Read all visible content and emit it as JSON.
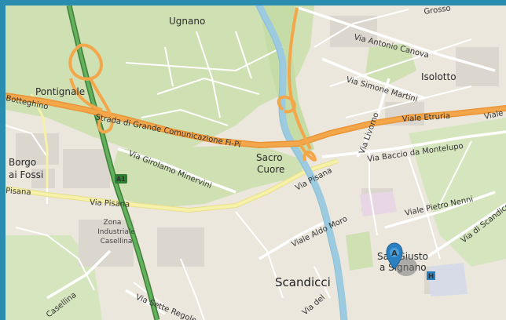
{
  "map": {
    "places": {
      "ugnano": "Ugnano",
      "pontignale": "Pontignale",
      "isolotto": "Isolotto",
      "borgo_1": "Borgo",
      "borgo_2": "ai Fossi",
      "sacro_1": "Sacro",
      "sacro_2": "Cuore",
      "zona_1": "Zona",
      "zona_2": "Industriale",
      "zona_3": "Casellina",
      "scandicci": "Scandicci",
      "sangiusto_1": "San Giusto",
      "sangiusto_2": "a Signano"
    },
    "roads": {
      "fipi": "Strada di Grande Comunicazione Fi-Pi",
      "etruria": "Viale Etruria",
      "etruria_short": "Viale",
      "canova": "Via Antonio Canova",
      "martini": "Via Simone Martini",
      "livorno": "Via Livorno",
      "montelupo": "Via Baccio da Montelupo",
      "girolamo": "Via Girolamo Minervini",
      "pisana_center": "Via Pisana",
      "pisana_left": "Pisana",
      "pisana_east": "Via Pisana",
      "aldo_moro": "Viale Aldo Moro",
      "nenni": "Viale Pietro Nenni",
      "scandicci_via": "Via di Scandicci",
      "casellina": "Casellina",
      "sette_regole": "Via Sette Regole",
      "grosso": "Grosso",
      "botteghino": "Botteghino",
      "via_del": "Via del"
    },
    "shields": {
      "a1": "A1"
    },
    "marker": {
      "letter": "A"
    },
    "hospital": {
      "letter": "H"
    },
    "colors": {
      "frame": "#2a8db0",
      "land": "#ece7dd",
      "green": "#cfe0b3",
      "motorway": "#f3a64a",
      "highway": "#4f9a4a",
      "river": "#9ccbe0",
      "primary": "#f6f1a8",
      "marker": "#2a7fc0"
    }
  }
}
